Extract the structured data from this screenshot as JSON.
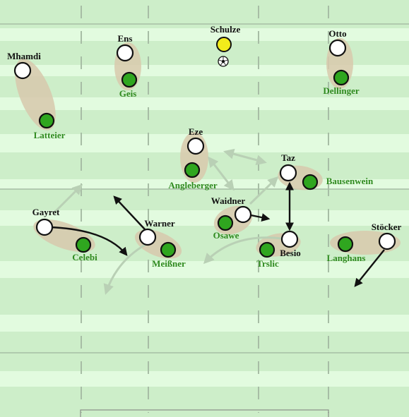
{
  "colors": {
    "pitch_light": "#e2fbdf",
    "pitch_dark": "#cdeec9",
    "pitch_line": "#a7bda5",
    "pair_highlight": "#d8c9ad",
    "white_player": "#ffffff",
    "green_player": "#2fa61f",
    "keeper": "#f2ec1b",
    "white_label": "#111111",
    "green_label": "#2f8a1f",
    "run_arrow": "#111111",
    "pass_arrow": "#b9d0b5"
  },
  "keeper": {
    "name": "Schulze"
  },
  "ball": {
    "icon": "soccer-ball-icon"
  },
  "white_players": [
    {
      "key": "mhamdi",
      "name": "Mhamdi"
    },
    {
      "key": "ens",
      "name": "Ens"
    },
    {
      "key": "otto",
      "name": "Otto"
    },
    {
      "key": "eze",
      "name": "Eze"
    },
    {
      "key": "taz",
      "name": "Taz"
    },
    {
      "key": "waidner",
      "name": "Waidner"
    },
    {
      "key": "gayret",
      "name": "Gayret"
    },
    {
      "key": "warner",
      "name": "Warner"
    },
    {
      "key": "besio",
      "name": "Besio"
    },
    {
      "key": "stoecker",
      "name": "Stöcker"
    }
  ],
  "green_players": [
    {
      "key": "geis",
      "name": "Geis"
    },
    {
      "key": "dellinger",
      "name": "Dellinger"
    },
    {
      "key": "latteier",
      "name": "Latteier"
    },
    {
      "key": "angleberger",
      "name": "Angleberger"
    },
    {
      "key": "bausenwein",
      "name": "Bausenwein"
    },
    {
      "key": "osawe",
      "name": "Osawe"
    },
    {
      "key": "celebi",
      "name": "Celebi"
    },
    {
      "key": "meissner",
      "name": "Meißner"
    },
    {
      "key": "trslic",
      "name": "Trslic"
    },
    {
      "key": "langhans",
      "name": "Langhans"
    }
  ]
}
